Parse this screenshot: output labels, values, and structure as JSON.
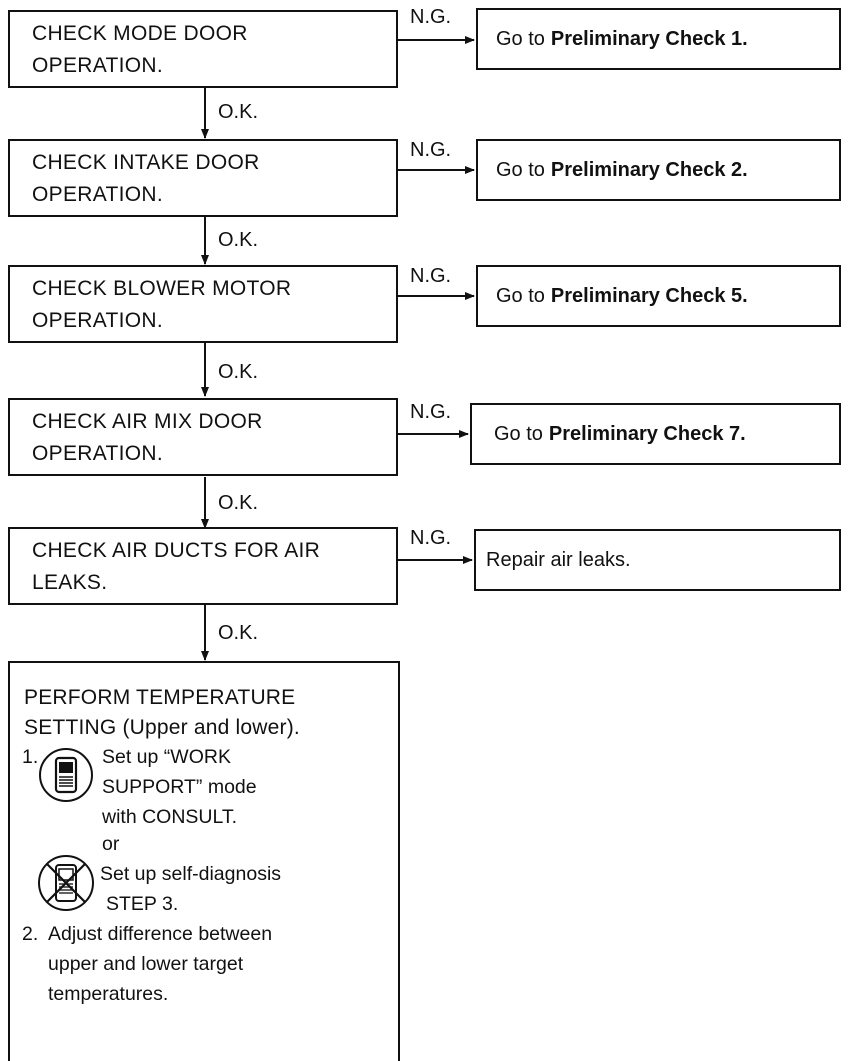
{
  "steps": [
    {
      "text": "CHECK MODE DOOR\nOPERATION.",
      "ng_label": "N.G.",
      "result_prefix": "Go to",
      "result_bold": "Preliminary Check 1.",
      "ok_label": "O.K."
    },
    {
      "text": "CHECK INTAKE DOOR\nOPERATION.",
      "ng_label": "N.G.",
      "result_prefix": "Go to",
      "result_bold": "Preliminary Check 2.",
      "ok_label": "O.K."
    },
    {
      "text": "CHECK BLOWER MOTOR\nOPERATION.",
      "ng_label": "N.G.",
      "result_prefix": "Go to",
      "result_bold": "Preliminary Check 5.",
      "ok_label": "O.K."
    },
    {
      "text": "CHECK AIR MIX DOOR\nOPERATION.",
      "ng_label": "N.G.",
      "result_prefix": "Go to",
      "result_bold": "Preliminary Check 7.",
      "ok_label": "O.K."
    },
    {
      "text": "CHECK AIR DUCTS FOR AIR\nLEAKS.",
      "ng_label": "N.G.",
      "result_prefix": "Repair air leaks.",
      "result_bold": "",
      "ok_label": "O.K."
    }
  ],
  "final": {
    "title": "PERFORM TEMPERATURE\nSETTING (Upper and lower).",
    "item1_num": "1.",
    "consult_line1": "Set up “WORK",
    "consult_line2": "SUPPORT” mode",
    "consult_line3": "with CONSULT.",
    "or": "or",
    "selfdiag_line1": "Set up self-diagnosis",
    "selfdiag_line2": "STEP 3.",
    "item2_num": "2.",
    "item2_line1": "Adjust difference between",
    "item2_line2": "upper and lower target",
    "item2_line3": "temperatures."
  },
  "icons": {
    "consult": "consult-tester-icon",
    "no_consult": "no-consult-tester-icon"
  }
}
